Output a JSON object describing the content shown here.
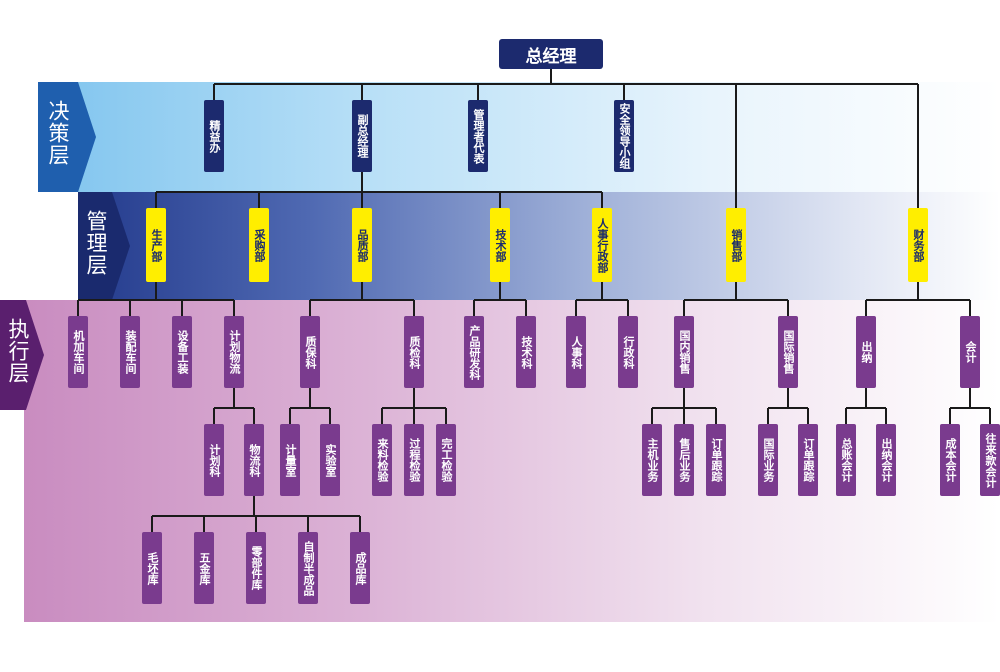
{
  "top": {
    "label": "总经理"
  },
  "layers": {
    "decision": "决策层",
    "management": "管理层",
    "execution": "执行层"
  },
  "decision": [
    "精益办",
    "副总经理",
    "管理者代表",
    "安全领导小组"
  ],
  "management": [
    "生产部",
    "采购部",
    "品质部",
    "技术部",
    "人事行政部",
    "销售部",
    "财务部"
  ],
  "exec1": [
    "机加车间",
    "装配车间",
    "设备工装",
    "计划物流",
    "质保科",
    "质检科",
    "产品研发科",
    "技术科",
    "人事科",
    "行政科",
    "国内销售",
    "国际销售",
    "出纳",
    "会计"
  ],
  "exec2": [
    "计划科",
    "物流科",
    "计量室",
    "实验室",
    "来料检验",
    "过程检验",
    "完工检验",
    "主机业务",
    "售后业务",
    "订单跟踪",
    "国际业务",
    "订单跟踪",
    "总账会计",
    "出纳会计",
    "成本会计",
    "往来款会计"
  ],
  "exec3": [
    "毛坯库",
    "五金库",
    "零部件库",
    "自制半成品",
    "成品库"
  ],
  "colors": {
    "navy": "#1c2a6e",
    "yellow": "#ffee00",
    "purple": "#7a3b8e"
  }
}
